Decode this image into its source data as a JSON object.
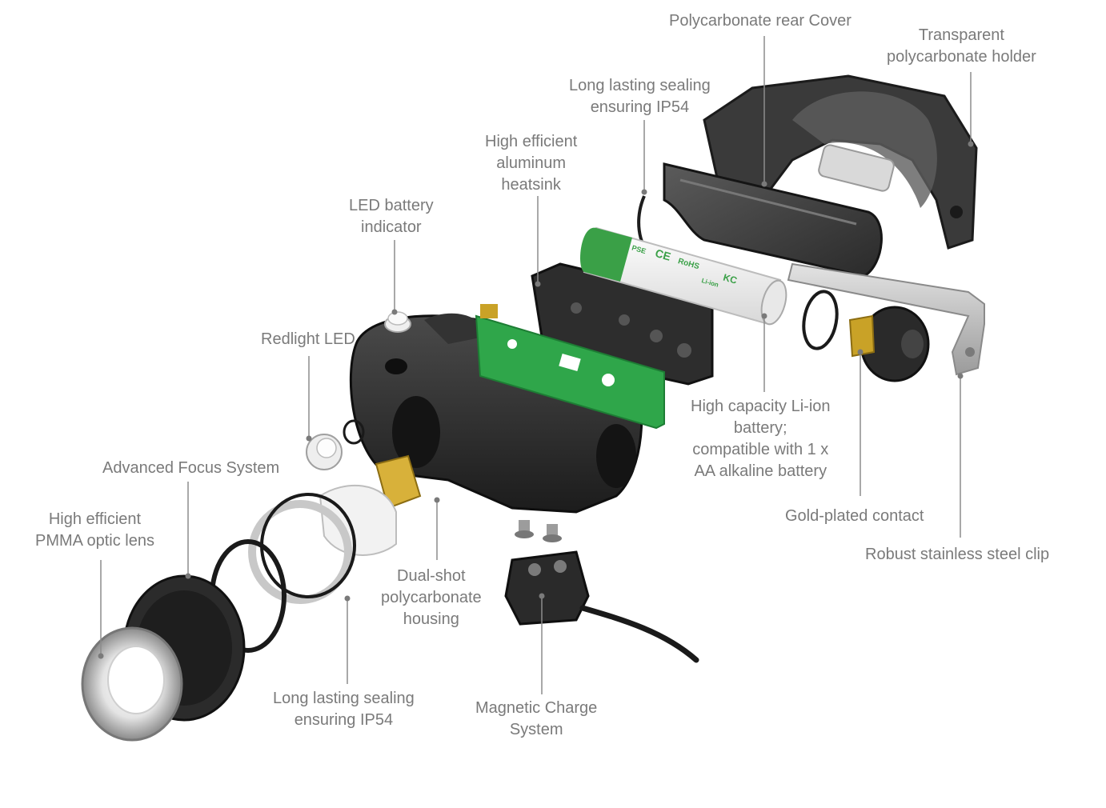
{
  "labels": {
    "rear_cover": [
      "Polycarbonate rear Cover"
    ],
    "holder": [
      "Transparent",
      "polycarbonate holder"
    ],
    "sealing_top": [
      "Long lasting sealing",
      "ensuring IP54"
    ],
    "heatsink": [
      "High efficient",
      "aluminum",
      "heatsink"
    ],
    "led_indicator": [
      "LED battery",
      "indicator"
    ],
    "redlight": [
      "Redlight LED"
    ],
    "focus": [
      "Advanced Focus System"
    ],
    "optic_lens": [
      "High efficient",
      "PMMA optic lens"
    ],
    "sealing_bottom": [
      "Long lasting sealing",
      "ensuring IP54"
    ],
    "magnetic": [
      "Magnetic Charge",
      "System"
    ],
    "housing": [
      "Dual-shot",
      "polycarbonate",
      "housing"
    ],
    "battery": [
      "High capacity Li-ion",
      "battery;",
      "compatible with 1 x",
      "AA alkaline battery"
    ],
    "gold_contact": [
      "Gold-plated contact"
    ],
    "clip": [
      "Robust stainless steel clip"
    ]
  },
  "battery_print": {
    "marks": [
      "CE",
      "RoHS",
      "KC",
      "PSE",
      "Li-ion"
    ]
  },
  "colors": {
    "label_text": "#7a7a7a",
    "leader_line": "#8c8c8c",
    "housing": "#2b2b2b",
    "pcb": "#2fa64a",
    "battery_band": "#3aa047",
    "steel": "#b9b9b9",
    "gold": "#c9a227"
  }
}
